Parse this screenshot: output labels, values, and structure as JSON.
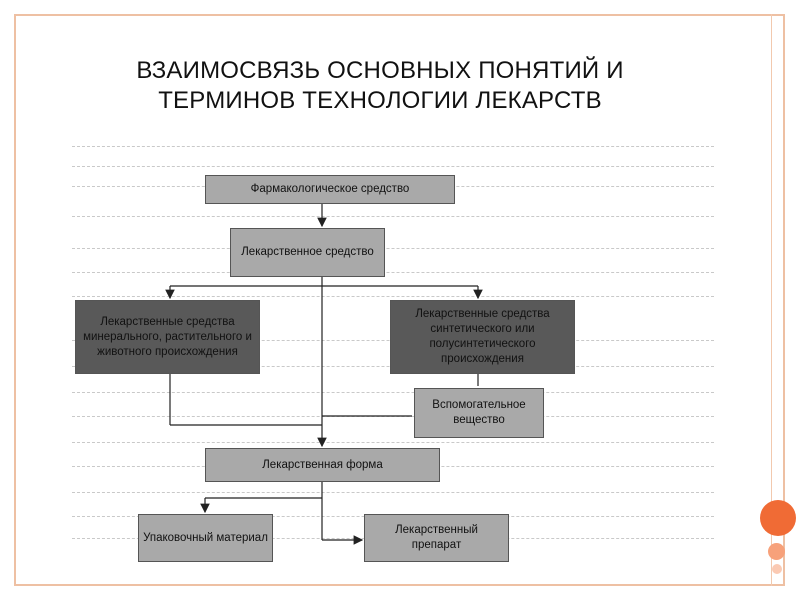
{
  "title": {
    "line1": "ВЗАИМОСВЯЗЬ ОСНОВНЫХ ПОНЯТИЙ И",
    "line2": "ТЕРМИНОВ ТЕХНОЛОГИИ ЛЕКАРСТВ"
  },
  "diagram": {
    "pharm_agent": "Фармакологическое средство",
    "medicine": "Лекарственное средство",
    "natural": "Лекарственные средства минерального, растительного и животного происхождения",
    "synthetic": "Лекарственные средства синтетического или полусинтетического происхождения",
    "excipient": "Вспомогательное вещество",
    "dosage_form": "Лекарственная форма",
    "packaging": "Упаковочный материал",
    "preparation": "Лекарственный препарат"
  },
  "colors": {
    "frame": "#eec0a3",
    "dot_large": "#f06b35",
    "dot_medium": "#f7a17a",
    "dot_small": "#fbcab3",
    "box_light": "#a9a9a9",
    "box_dark": "#595959"
  }
}
